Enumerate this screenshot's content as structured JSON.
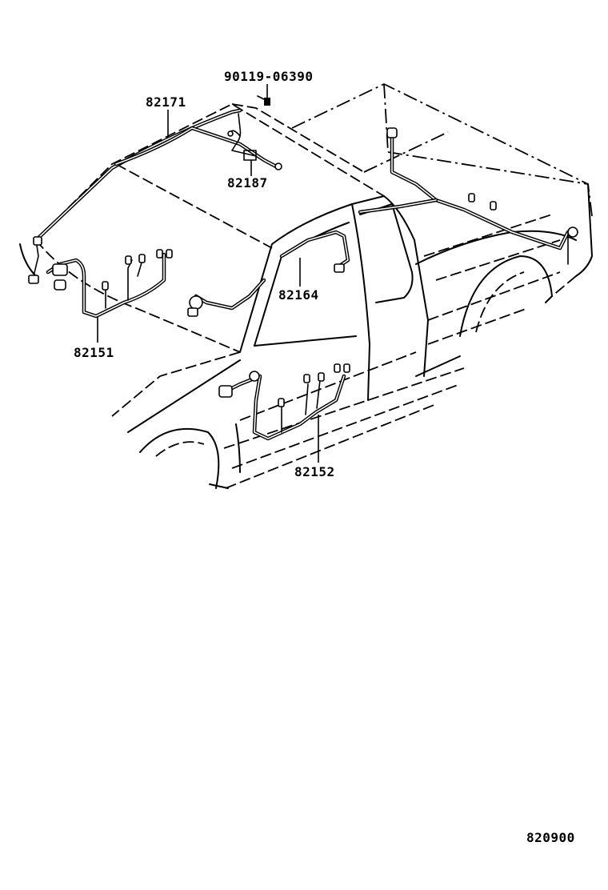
{
  "diagram": {
    "part_labels": {
      "bolt": "90119-06390",
      "roof_harness": "82171",
      "dome_lamp_wire": "82187",
      "rear_door_harness": "82164",
      "front_harness": "82151",
      "floor_harness": "82152"
    },
    "figure_number": "820900"
  }
}
